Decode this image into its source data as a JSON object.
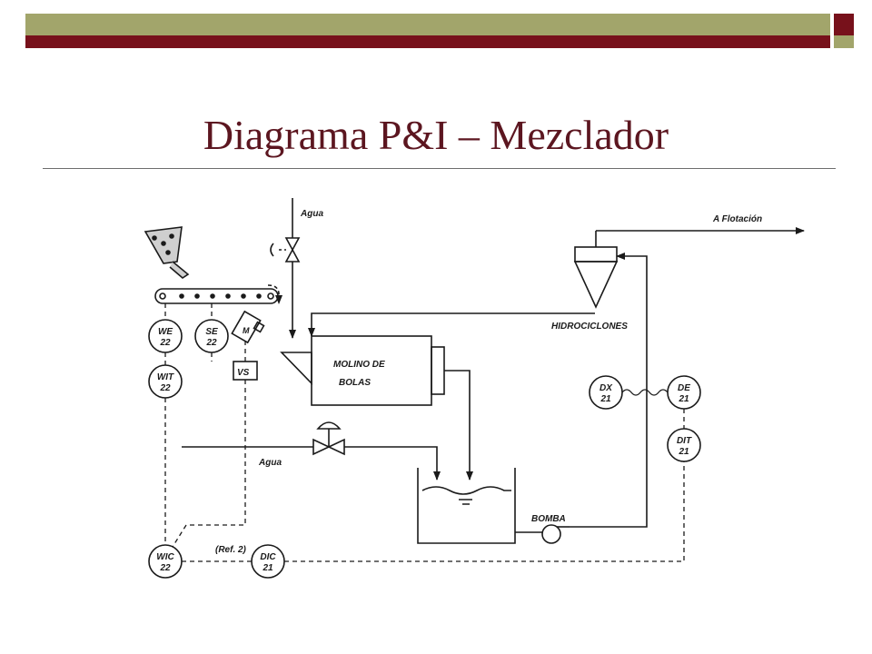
{
  "slide": {
    "title": "Diagrama P&I – Mezclador"
  },
  "diagram": {
    "labels": {
      "agua_top": "Agua",
      "a_flotacion": "A Flotación",
      "hidrociclones": "HIDROCICLONES",
      "molino_line1": "MOLINO DE",
      "molino_line2": "BOLAS",
      "agua_left": "Agua",
      "bomba": "BOMBA",
      "ref": "(Ref. 2)",
      "vs": "VS",
      "motor": "M"
    },
    "instruments": {
      "we": {
        "tag": "WE",
        "num": "22"
      },
      "se": {
        "tag": "SE",
        "num": "22"
      },
      "wit": {
        "tag": "WIT",
        "num": "22"
      },
      "dx": {
        "tag": "DX",
        "num": "21"
      },
      "de": {
        "tag": "DE",
        "num": "21"
      },
      "dit": {
        "tag": "DIT",
        "num": "21"
      },
      "wic": {
        "tag": "WIC",
        "num": "22"
      },
      "dic": {
        "tag": "DIC",
        "num": "21"
      }
    }
  },
  "colors": {
    "olive": "#a2a56b",
    "maroon": "#77111b",
    "title": "#5c1620"
  }
}
